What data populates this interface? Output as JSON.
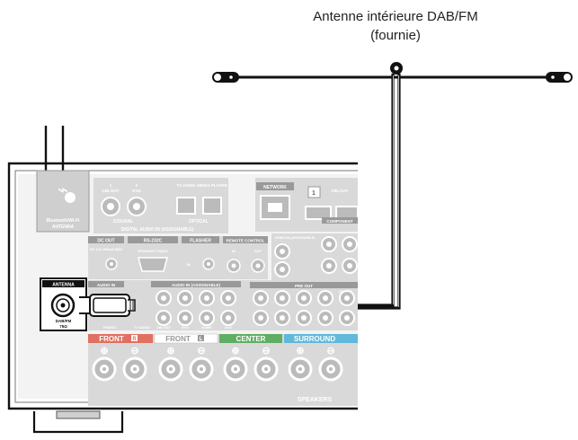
{
  "caption": {
    "line1": "Antenne intérieure DAB/FM",
    "line2": "(fournie)"
  },
  "panel": {
    "antenna_port_top": "Bluetooth/Wi-Fi",
    "antenna_port_bottom": "ANTENNA",
    "network": "NETWORK",
    "hdmi_1": "1",
    "hdmi_2": "CBL/SAT",
    "digital_audio_in": "DIGITAL AUDIO IN",
    "digital_audio_in_suffix": "(ASSIGNABLE)",
    "coaxial": "COAXIAL",
    "optical": "OPTICAL",
    "coax_labels": [
      "1",
      "CBL/SAT",
      "2",
      "DVD"
    ],
    "optical_labels": [
      "1",
      "TV AUDIO",
      "2",
      "MEDIA PLAYER"
    ],
    "dc_out": "DC OUT",
    "dc_out_sub": "DC 12V 150mA MAX",
    "rs232c": "RS-232C",
    "rs232c_sub": "STRAIGHT CABLE",
    "flasher": "FLASHER",
    "flasher_in": "IN",
    "remote_control": "REMOTE CONTROL",
    "remote_in": "IN",
    "remote_out": "OUT",
    "video_in": "VIDEO IN (ASSIGNABLE)",
    "component": "COMPONENT",
    "pre_out": "PRE OUT",
    "pre_out_sub": "CENTER",
    "audio_in_left": "AUDIO IN",
    "audio_in_assignable": "AUDIO IN",
    "audio_in_assignable_suffix": "(ASSIGNABLE)",
    "bottom_labels": [
      "PHONO",
      "TV AUDIO",
      "CBL/SAT",
      "DVD",
      "GAME",
      "AUX"
    ],
    "front_r": "FRONT",
    "front_l": "FRONT",
    "center": "CENTER",
    "surround": "SURROUND",
    "speakers": "SPEAKERS"
  },
  "antenna_terminal": {
    "title": "ANTENNA",
    "sub_line1": "DAB/FM",
    "sub_line2": "75Ω"
  },
  "colors": {
    "front": "#e07060",
    "center": "#5fae62",
    "surround": "#62b8da",
    "panel_fill": "#d9d9d9",
    "dark": "#111111"
  }
}
